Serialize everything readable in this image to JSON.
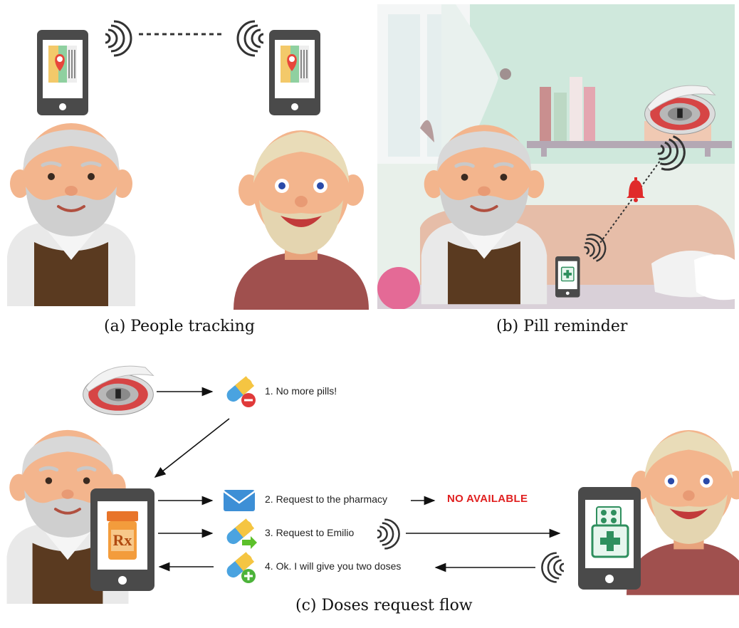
{
  "panels": {
    "a": {
      "caption": "(a) People tracking"
    },
    "b": {
      "caption": "(b) Pill reminder"
    },
    "c": {
      "caption": "(c) Doses request flow"
    }
  },
  "flow": {
    "step1": "1. No more pills!",
    "step2": "2. Request to the pharmacy",
    "step2_status": "NO AVAILABLE",
    "step3": "3. Request to Emilio",
    "step4": "4. Ok.  I will give you two doses"
  },
  "icons": {
    "pharmacy_app": "Rx",
    "phone_signal": "wifi-signal-icon",
    "map": "map-pin-icon",
    "bell": "bell-icon",
    "medical_kit": "medical-kit-icon",
    "mail": "mail-icon",
    "pill_minus": "pill-minus-icon",
    "pill_forward": "pill-forward-icon",
    "pill_plus": "pill-plus-icon"
  },
  "colors": {
    "phone_body": "#4a4a4a",
    "alert_red": "#e02020",
    "shirt_brown": "#5a3a20",
    "shirt_red": "#a0504e",
    "skin": "#f3b58d",
    "room_wall": "#cfe8dc",
    "mail_blue": "#3d8fd6",
    "pill_blue": "#4aa3e0",
    "pill_yellow": "#f5c542"
  }
}
